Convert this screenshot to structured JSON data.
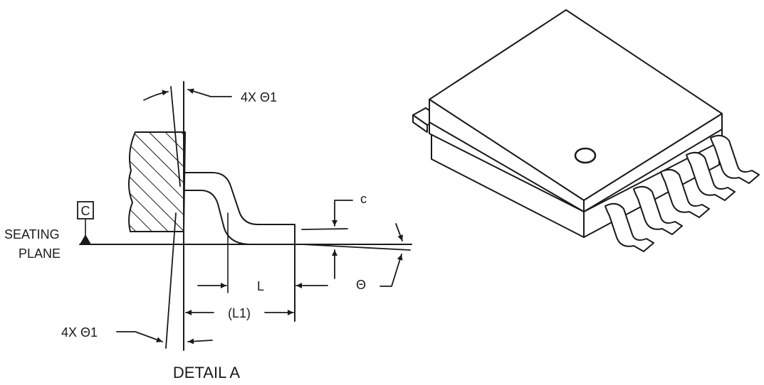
{
  "labels": {
    "theta1_top": "4X Θ1",
    "theta1_bottom": "4X Θ1",
    "datum": "C",
    "seating_plane_1": "SEATING",
    "seating_plane_2": "PLANE",
    "c": "c",
    "L": "L",
    "L1": "(L1)",
    "theta": "Θ",
    "detail": "DETAIL A"
  }
}
